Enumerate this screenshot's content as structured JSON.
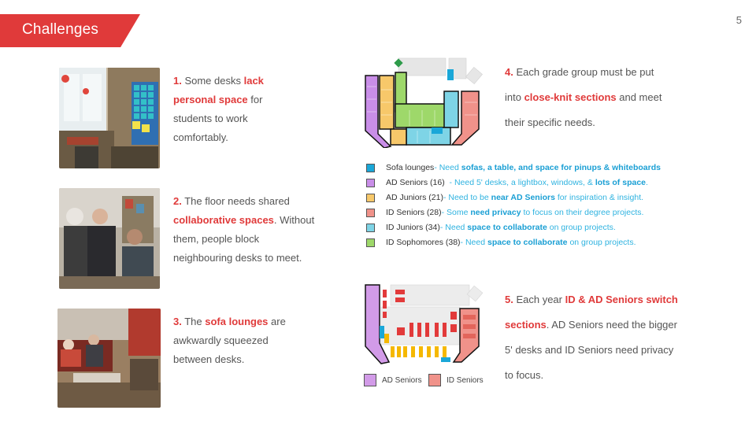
{
  "header": {
    "title": "Challenges",
    "page_number": "5"
  },
  "items": [
    {
      "num": "1.",
      "parts": [
        " Some desks ",
        "lack personal space",
        " for students to work comfortably."
      ]
    },
    {
      "num": "2.",
      "parts": [
        " The floor needs shared ",
        "collaborative spaces",
        ". Without them,   people block neighbouring desks to meet."
      ]
    },
    {
      "num": "3.",
      "parts": [
        " The ",
        "sofa lounges",
        " are awkwardly squeezed between desks."
      ]
    },
    {
      "num": "4.",
      "parts": [
        " Each grade group must be put into ",
        "close-knit sections",
        " and meet their specific needs."
      ]
    },
    {
      "num": "5.",
      "parts": [
        " Each year ",
        "ID & AD Seniors switch sections",
        ". AD Seniors need the bigger 5' desks and ID Seniors need privacy to focus."
      ]
    }
  ],
  "legend": [
    {
      "name": "Sofa lounges",
      "pre": " - Need ",
      "bold": "sofas, a table, and space for pinups & whiteboards",
      "post": "",
      "color": "#1aa7d8"
    },
    {
      "name": "AD Seniors (16)",
      "pre": "  - Need 5' desks, a lightbox, windows, & ",
      "bold": "lots of space",
      "post": ".",
      "color": "#c98ee8"
    },
    {
      "name": "AD Juniors (21)",
      "pre": " - Need to be ",
      "bold": "near AD Seniors",
      "post": " for inspiration & insight.",
      "color": "#f7c86a"
    },
    {
      "name": "ID Seniors (28)",
      "pre": " - Some ",
      "bold": "need privacy",
      "post": " to focus on their degree projects.",
      "color": "#f0928a"
    },
    {
      "name": "ID Juniors (34)",
      "pre": " - Need ",
      "bold": "space to collaborate",
      "post": " on group projects.",
      "color": "#7ed4e6"
    },
    {
      "name": "ID Sophomores (38)",
      "pre": " - Need ",
      "bold": "space to collaborate",
      "post": " on group projects.",
      "color": "#9ed86a"
    }
  ],
  "legend2": [
    {
      "name": "AD Seniors",
      "color": "#d29be8"
    },
    {
      "name": "ID Seniors",
      "color": "#f0928a"
    }
  ]
}
